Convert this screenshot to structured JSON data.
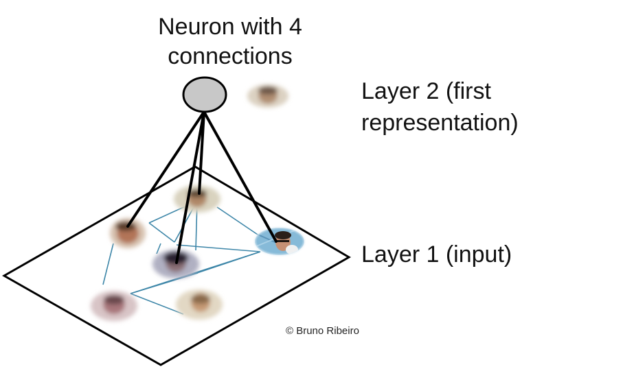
{
  "title": {
    "line1": "Neuron with 4",
    "line2": "connections"
  },
  "layer2": {
    "line1": "Layer 2 (first",
    "line2": "representation)"
  },
  "layer1": {
    "label": "Layer 1 (input)"
  },
  "credit": "© Bruno Ribeiro",
  "colors": {
    "neuron_fill": "#c8c8c8",
    "edge": "#3d86a8",
    "connection": "#000000",
    "plane_border": "#000000"
  }
}
